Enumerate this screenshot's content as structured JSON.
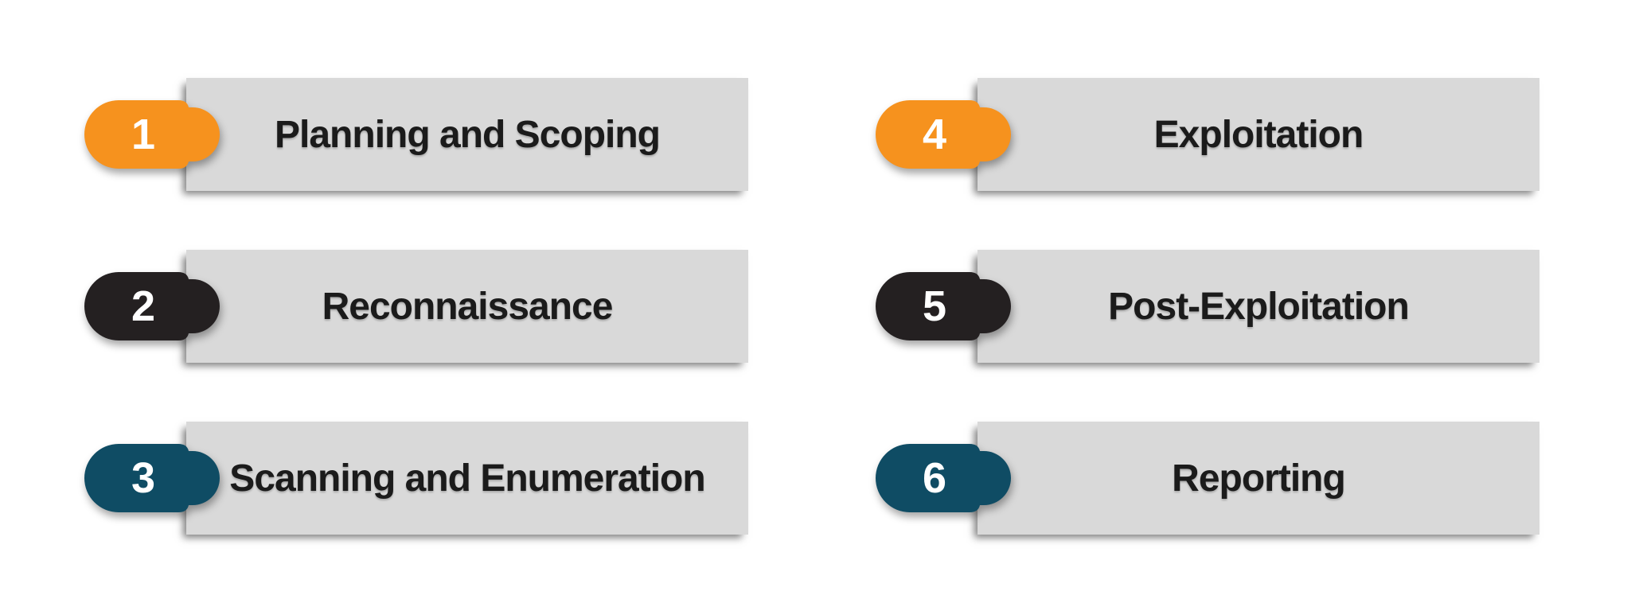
{
  "diagram": {
    "description": "Six-step process diagram (penetration testing phases)",
    "colors": {
      "background": "#ffffff",
      "bar_background": "#d9d9d9",
      "label_text": "#1b1b1b",
      "number_text": "#ffffff",
      "badge_orange": "#f6921e",
      "badge_black": "#242021",
      "badge_teal": "#0f4c64"
    },
    "steps": [
      {
        "number": "1",
        "label": "Planning and Scoping",
        "badge_color": "#f6921e",
        "column": "left"
      },
      {
        "number": "2",
        "label": "Reconnaissance",
        "badge_color": "#242021",
        "column": "left"
      },
      {
        "number": "3",
        "label": "Scanning and Enumeration",
        "badge_color": "#0f4c64",
        "column": "left"
      },
      {
        "number": "4",
        "label": "Exploitation",
        "badge_color": "#f6921e",
        "column": "right"
      },
      {
        "number": "5",
        "label": "Post-Exploitation",
        "badge_color": "#242021",
        "column": "right"
      },
      {
        "number": "6",
        "label": "Reporting",
        "badge_color": "#0f4c64",
        "column": "right"
      }
    ]
  }
}
